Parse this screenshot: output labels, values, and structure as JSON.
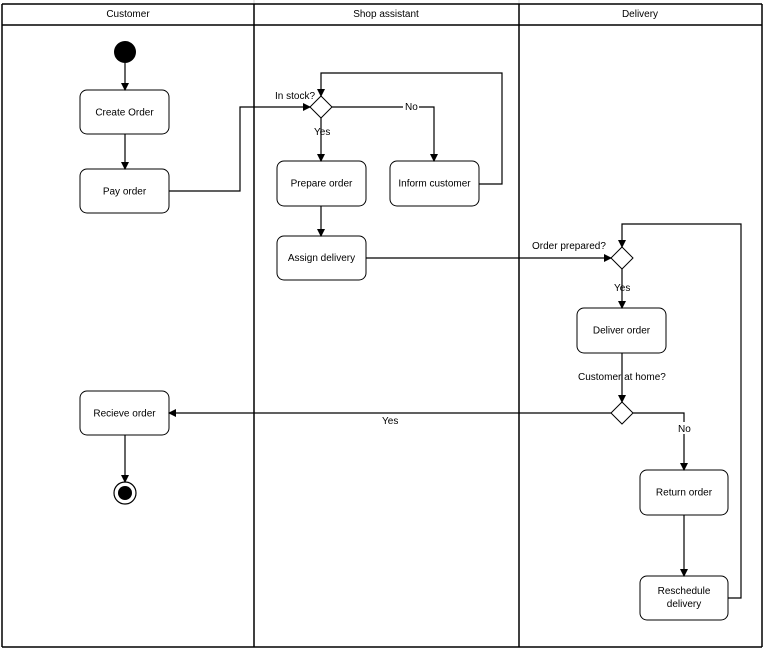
{
  "lanes": {
    "customer": "Customer",
    "shop_assistant": "Shop assistant",
    "delivery": "Delivery"
  },
  "nodes": {
    "create_order": "Create Order",
    "pay_order": "Pay order",
    "prepare_order": "Prepare order",
    "inform_customer": "Inform customer",
    "assign_delivery": "Assign delivery",
    "deliver_order": "Deliver order",
    "receive_order": "Recieve order",
    "return_order": "Return order",
    "reschedule_line1": "Reschedule",
    "reschedule_line2": "delivery"
  },
  "decisions": {
    "in_stock": "In stock?",
    "order_prepared": "Order prepared?",
    "customer_at_home": "Customer at home?"
  },
  "guards": {
    "in_stock_yes": "Yes",
    "in_stock_no": "No",
    "order_prepared_yes": "Yes",
    "at_home_yes": "Yes",
    "at_home_no": "No"
  }
}
